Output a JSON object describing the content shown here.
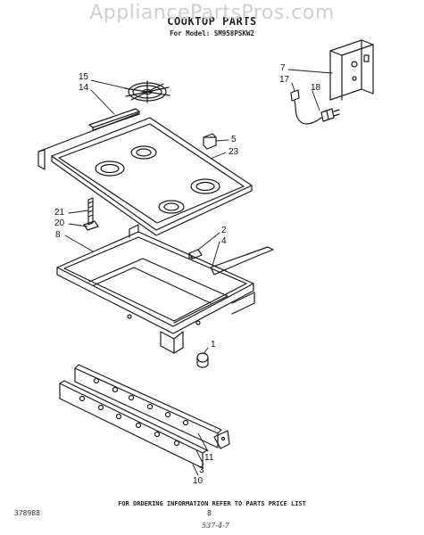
{
  "watermark": "AppliancePartsPros.com",
  "title": "COOKTOP PARTS",
  "model": "For Model: SM958PSKW2",
  "callouts": [
    "15",
    "14",
    "7",
    "17",
    "18",
    "5",
    "23",
    "21",
    "20",
    "8",
    "2",
    "4",
    "1",
    "11",
    "3",
    "10"
  ],
  "footer": {
    "note": "FOR ORDERING INFORMATION REFER TO PARTS PRICE LIST",
    "catalog_number": "378988",
    "page_number": "8",
    "handwritten_mark": "537-4-7"
  }
}
